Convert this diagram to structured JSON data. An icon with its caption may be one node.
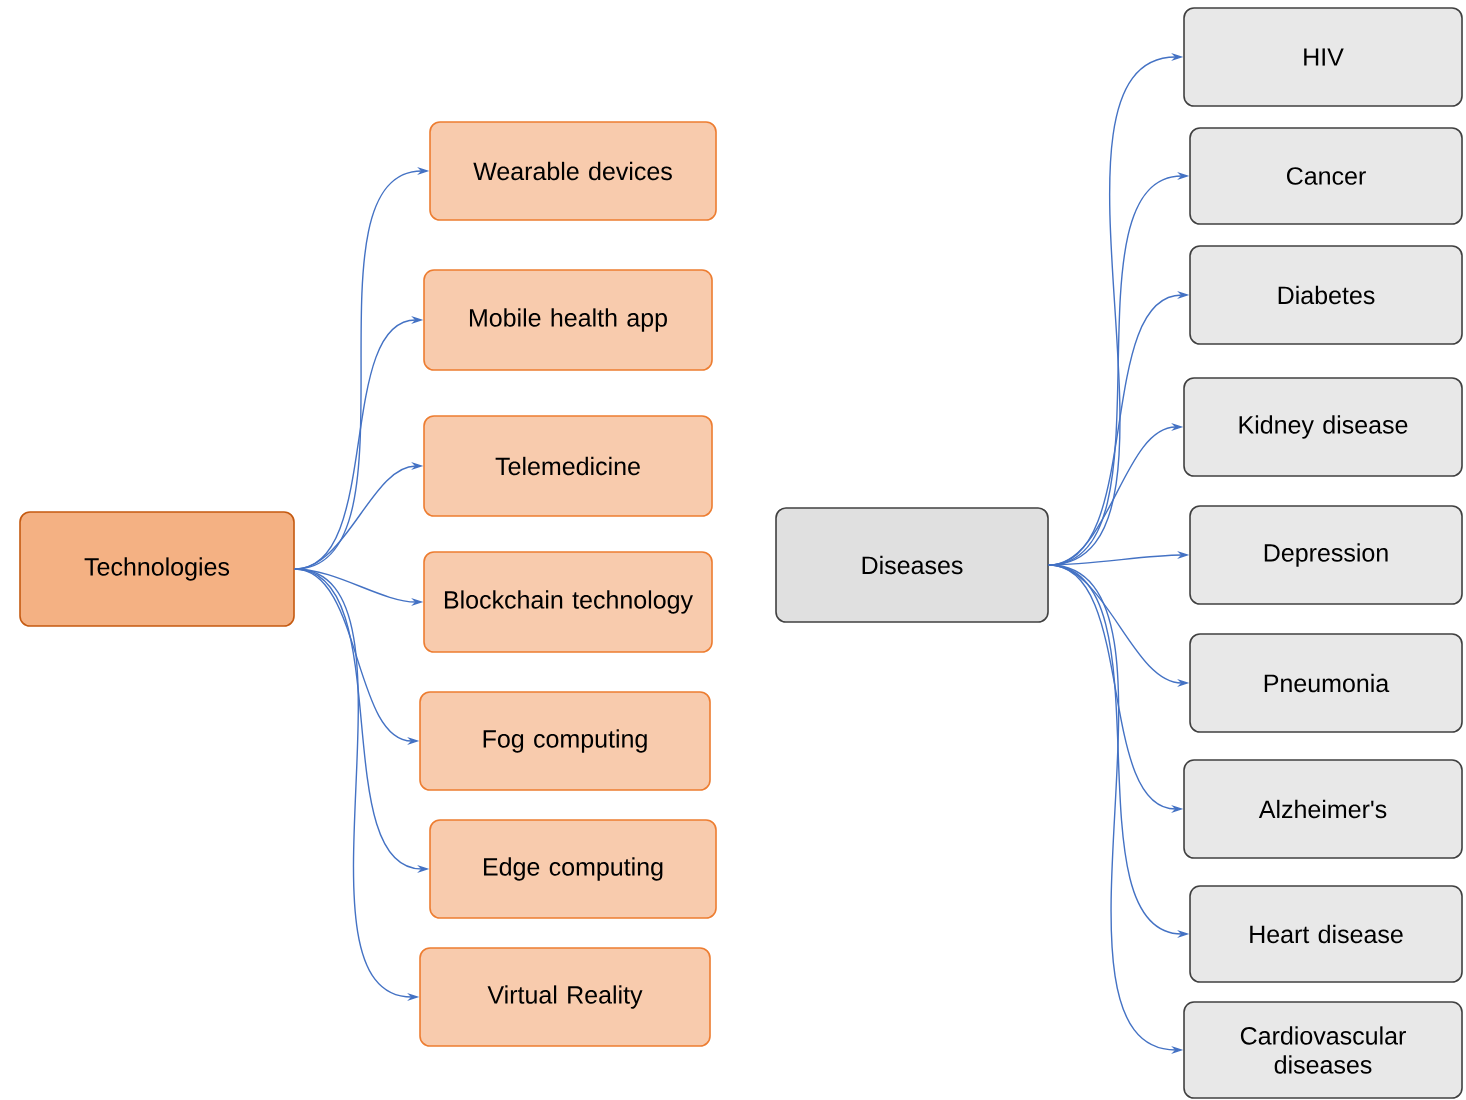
{
  "diagram": {
    "nodes": [
      {
        "text": [
          "Technologies"
        ]
      },
      {
        "text": [
          "Wearable devices"
        ]
      },
      {
        "text": [
          "Mobile health app"
        ]
      },
      {
        "text": [
          "Telemedicine"
        ]
      },
      {
        "text": [
          "Blockchain technology"
        ]
      },
      {
        "text": [
          "Fog computing"
        ]
      },
      {
        "text": [
          "Edge computing"
        ]
      },
      {
        "text": [
          "Virtual Reality"
        ]
      },
      {
        "text": [
          "Diseases"
        ]
      },
      {
        "text": [
          "HIV"
        ]
      },
      {
        "text": [
          "Cancer"
        ]
      },
      {
        "text": [
          "Diabetes"
        ]
      },
      {
        "text": [
          "Kidney disease"
        ]
      },
      {
        "text": [
          "Depression"
        ]
      },
      {
        "text": [
          "Pneumonia"
        ]
      },
      {
        "text": [
          "Alzheimer's"
        ]
      },
      {
        "text": [
          "Heart disease"
        ]
      },
      {
        "text": [
          "Cardiovascular diseases"
        ]
      }
    ],
    "edges": [
      {
        "from": 0,
        "to": 1,
        "arrow": "to"
      },
      {
        "from": 0,
        "to": 2,
        "arrow": "to"
      },
      {
        "from": 0,
        "to": 3,
        "arrow": "to"
      },
      {
        "from": 0,
        "to": 4,
        "arrow": "to"
      },
      {
        "from": 0,
        "to": 5,
        "arrow": "to"
      },
      {
        "from": 0,
        "to": 6,
        "arrow": "to"
      },
      {
        "from": 0,
        "to": 7,
        "arrow": "to"
      },
      {
        "from": 8,
        "to": 9,
        "arrow": "to"
      },
      {
        "from": 8,
        "to": 10,
        "arrow": "to"
      },
      {
        "from": 8,
        "to": 11,
        "arrow": "to"
      },
      {
        "from": 8,
        "to": 12,
        "arrow": "to"
      },
      {
        "from": 8,
        "to": 13,
        "arrow": "to"
      },
      {
        "from": 8,
        "to": 14,
        "arrow": "to"
      },
      {
        "from": 8,
        "to": 15,
        "arrow": "to"
      },
      {
        "from": 8,
        "to": 16,
        "arrow": "to"
      },
      {
        "from": 8,
        "to": 17,
        "arrow": "to"
      }
    ]
  }
}
